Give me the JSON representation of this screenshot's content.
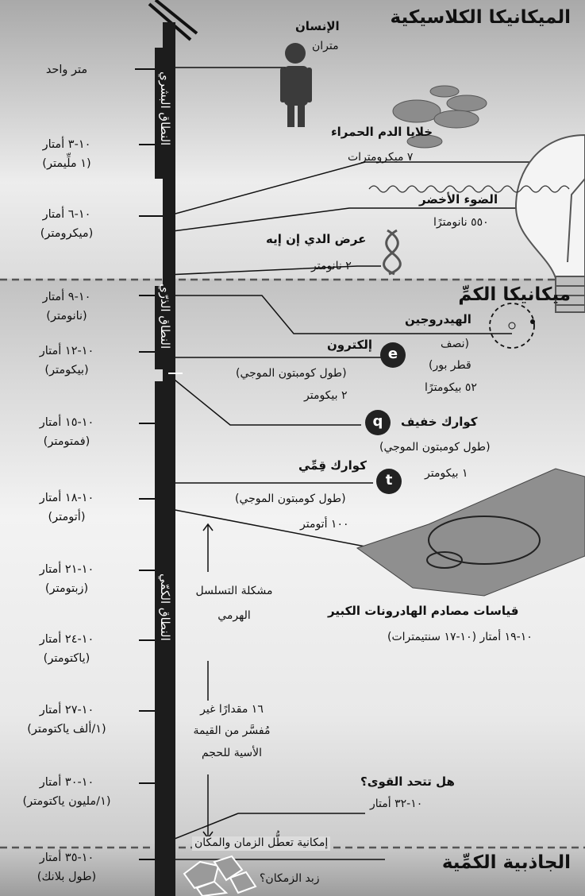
{
  "sections": {
    "classical": "الميكانيكا الكلاسيكية",
    "quantum": "ميكانيكا الكمِّ",
    "gravity": "الجاذبية الكمِّية"
  },
  "bar_labels": {
    "human": "النطاق البشري",
    "atomic": "النطاق الذرّي",
    "quantum": "النطاق الكمّي"
  },
  "scale_labels": [
    {
      "line1": "متر واحد",
      "line2": ""
    },
    {
      "line1": "١٠-٣ أمتار",
      "line2": "(١ ملِّيمتر)"
    },
    {
      "line1": "١٠-٦ أمتار",
      "line2": "(ميكرومتر)"
    },
    {
      "line1": "١٠-٩ أمتار",
      "line2": "(نانومتر)"
    },
    {
      "line1": "١٠-١٢ أمتار",
      "line2": "(بيكومتر)"
    },
    {
      "line1": "١٠-١٥ أمتار",
      "line2": "(فمتومتر)"
    },
    {
      "line1": "١٠-١٨ أمتار",
      "line2": "(أتومتر)"
    },
    {
      "line1": "١٠-٢١ أمتار",
      "line2": "(زبتومتر)"
    },
    {
      "line1": "١٠-٢٤ أمتار",
      "line2": "(ياكتومتر)"
    },
    {
      "line1": "١٠-٢٧ أمتار",
      "line2": "(١/ألف ياكتومتر)"
    },
    {
      "line1": "١٠-٣٠ أمتار",
      "line2": "(١/مليون ياكتومتر)"
    },
    {
      "line1": "١٠-٣٥ أمتار",
      "line2": "(طول بلانك)"
    }
  ],
  "items": {
    "human_title": "الإنسان",
    "human_size": "متران",
    "rbc_title": "خلايا الدم الحمراء",
    "rbc_size": "٧ ميكرومترات",
    "green_title": "الضوء الأخضر",
    "green_size": "٥٥٠ نانومترًا",
    "dna_title": "عرض الدي إن إيه",
    "dna_size": "٢ نانومتر",
    "hydrogen_title": "الهيدروجين",
    "hydrogen_l1": "(نصف",
    "hydrogen_l2": "قطر بور)",
    "hydrogen_l3": "٥٢ بيكومترًا",
    "electron_title": "إلكترون",
    "electron_l1": "(طول كومبتون الموجي)",
    "electron_l2": "٢ بيكومتر",
    "electron_symbol": "e",
    "lightquark_title": "كوارك خفيف",
    "lightquark_l1": "(طول كومبتون الموجي)",
    "lightquark_l2": "١ بيكومتر",
    "lightquark_symbol": "q",
    "topquark_title": "كوارك قِمِّي",
    "topquark_l1": "(طول كومبتون الموجي)",
    "topquark_l2": "١٠٠ أتومتر",
    "topquark_symbol": "t",
    "lhc_title": "قياسات مصادم الهادرونات الكبير",
    "lhc_size": "١٠-١٩ أمتار (١٠-١٧ سنتيمترات)",
    "hierarchy_l1": "مشكلة التسلسل",
    "hierarchy_l2": "الهرمي",
    "orders_l1": "١٦ مقدارًا غير",
    "orders_l2": "مُفسَّر من القيمة",
    "orders_l3": "الأسية للحجم",
    "unify_title": "هل تتحد القوى؟",
    "unify_size": "١٠-٣٢ أمتار",
    "breakdown": "إمكانية تعطُّل الزمان والمكان",
    "foam": "زبد الزمكان؟"
  },
  "colors": {
    "bar": "#1c1c1c",
    "dashed": "#555555",
    "circle": "#222222"
  }
}
